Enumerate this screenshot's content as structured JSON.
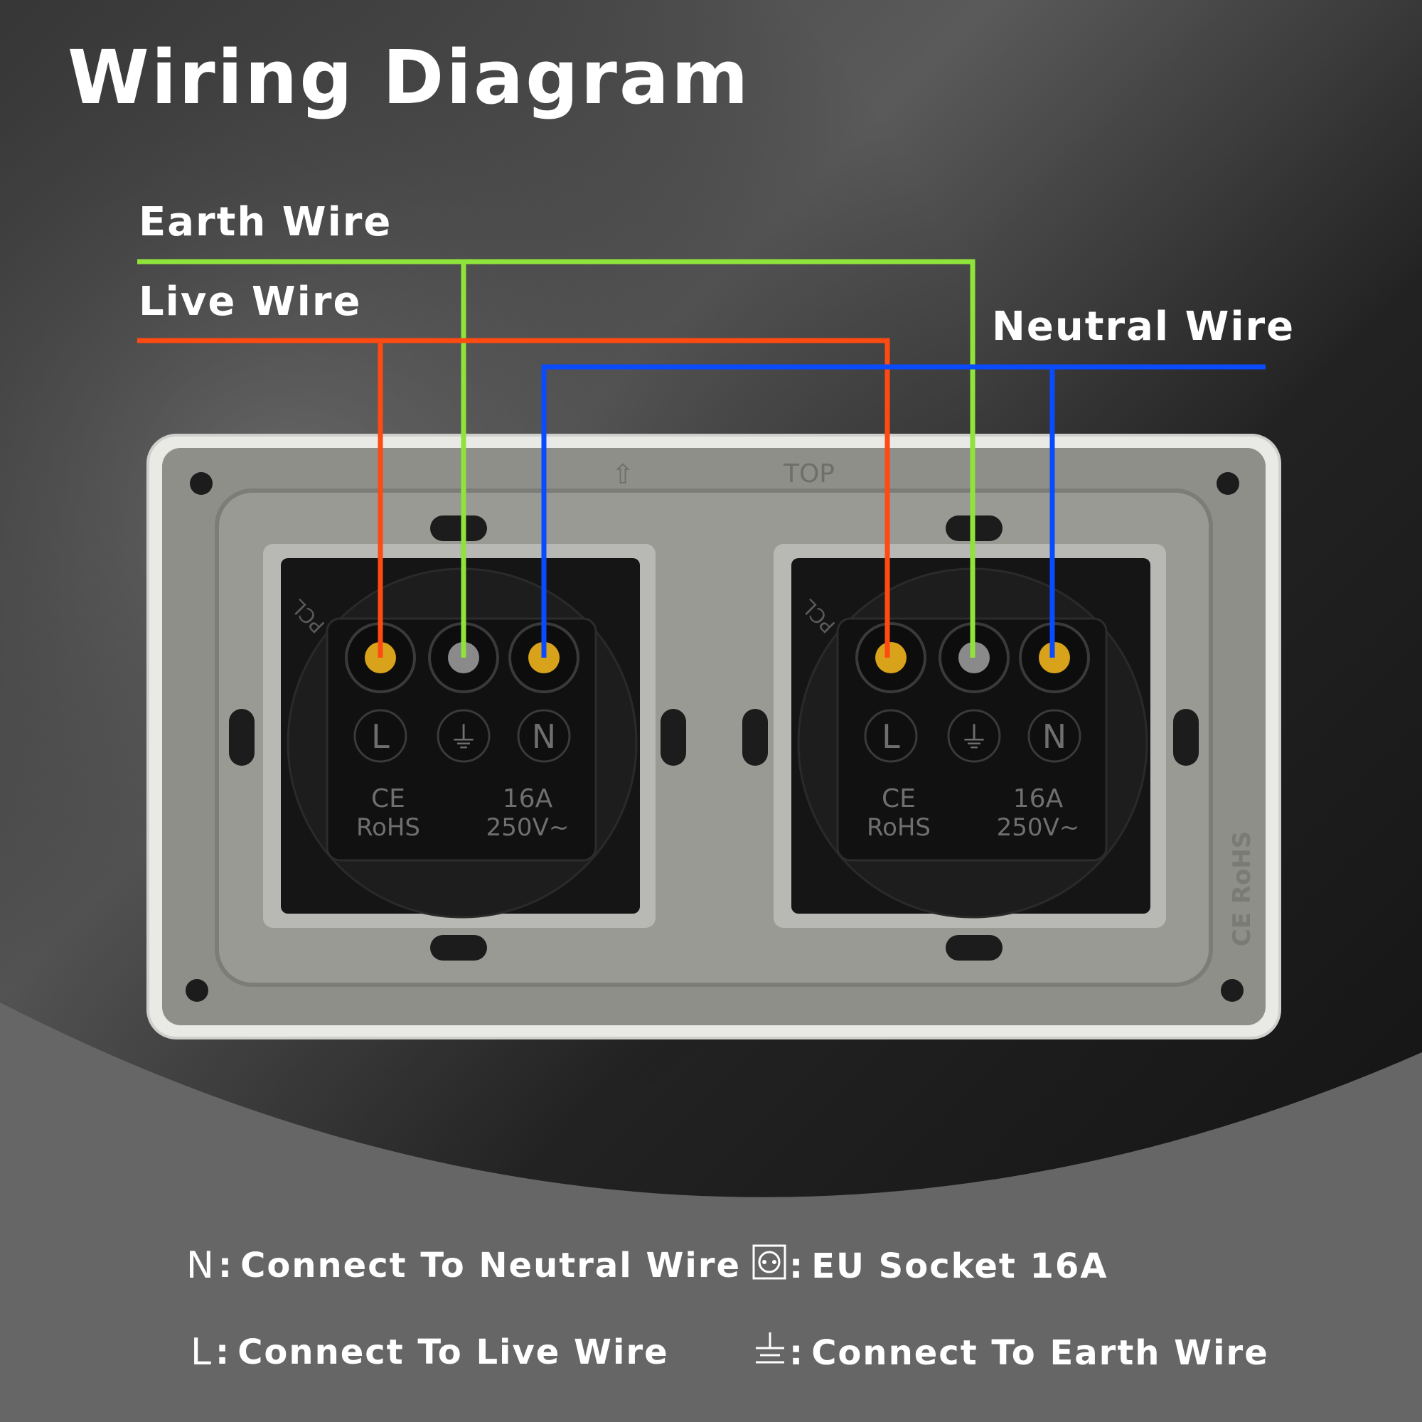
{
  "title": "Wiring Diagram",
  "wires": {
    "earth": {
      "label": "Earth Wire",
      "color": "#8fe33a"
    },
    "live": {
      "label": "Live Wire",
      "color": "#ff4a12"
    },
    "neutral": {
      "label": "Neutral Wire",
      "color": "#0a4bff"
    }
  },
  "panel": {
    "top_marking": "TOP",
    "side_marking": "CE RoHS",
    "sockets": [
      {
        "terminals": [
          "L",
          "⏚",
          "N"
        ],
        "marks_left": [
          "CE",
          "RoHS"
        ],
        "marks_right": [
          "16A",
          "250V~"
        ],
        "brand": "PCL"
      },
      {
        "terminals": [
          "L",
          "⏚",
          "N"
        ],
        "marks_left": [
          "CE",
          "RoHS"
        ],
        "marks_right": [
          "16A",
          "250V~"
        ],
        "brand": "PCL"
      }
    ]
  },
  "legend": [
    {
      "key": "N",
      "separator": ":",
      "text": "Connect To Neutral Wire"
    },
    {
      "icon": "eu-socket-icon",
      "separator": ":",
      "text": "EU Socket 16A"
    },
    {
      "key": "L",
      "separator": ":",
      "text": "Connect To Live Wire"
    },
    {
      "icon": "earth-ground-icon",
      "separator": ":",
      "text": "Connect To Earth Wire"
    }
  ]
}
